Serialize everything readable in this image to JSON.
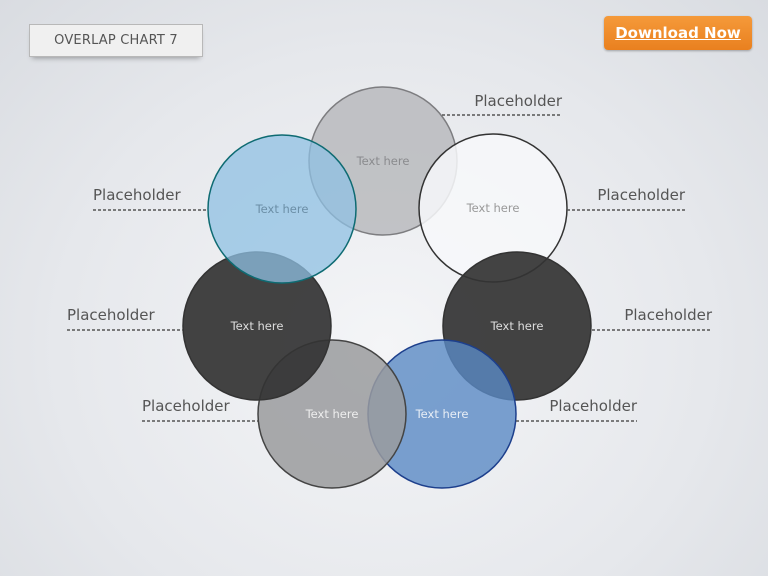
{
  "header": {
    "title": "OVERLAP CHART 7",
    "download_label": "Download Now"
  },
  "circles": [
    {
      "label": "Text here",
      "fill": "#b9babd",
      "stroke": "#7d7d80",
      "text_color": "#8a8b8e"
    },
    {
      "label": "Text here",
      "fill": "#f7f8fa",
      "stroke": "#333333",
      "text_color": "#999999"
    },
    {
      "label": "Text here",
      "fill": "#333333",
      "stroke": "#333333",
      "text_color": "#dddddd"
    },
    {
      "label": "Text here",
      "fill": "#5a8ac4",
      "stroke": "#1d3f8c",
      "text_color": "#e8eef6"
    },
    {
      "label": "Text here",
      "fill": "#9a9b9e",
      "stroke": "#444444",
      "text_color": "#eeeeee"
    },
    {
      "label": "Text here",
      "fill": "#333333",
      "stroke": "#333333",
      "text_color": "#dddddd"
    },
    {
      "label": "Text here",
      "fill": "#8fc0e3",
      "stroke": "#0e6b72",
      "text_color": "#6b8ea6"
    }
  ],
  "placeholders": [
    "Placeholder",
    "Placeholder",
    "Placeholder",
    "Placeholder",
    "Placeholder",
    "Placeholder",
    "Placeholder"
  ]
}
